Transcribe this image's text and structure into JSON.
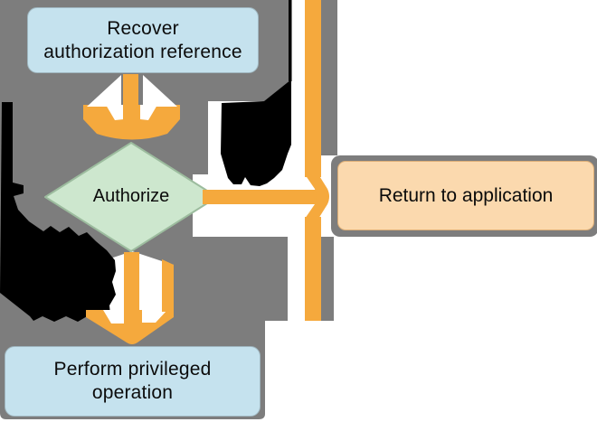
{
  "diagram": {
    "nodes": {
      "recover": {
        "line1": "Recover",
        "line2": "authorization reference"
      },
      "authorize": {
        "label": "Authorize"
      },
      "perform": {
        "line1": "Perform privileged",
        "line2": "operation"
      },
      "return_app": {
        "label": "Return to application"
      }
    },
    "edge_labels": {
      "fail": "Fail",
      "success": "Success"
    },
    "colors": {
      "background_gray": "#7d7d7d",
      "arrow_orange": "#f5a93d",
      "process_blue": "#c5e2ee",
      "decision_green": "#cde7ce",
      "terminal_peach": "#fbd9ae",
      "edge_label_black": "#000000"
    }
  }
}
